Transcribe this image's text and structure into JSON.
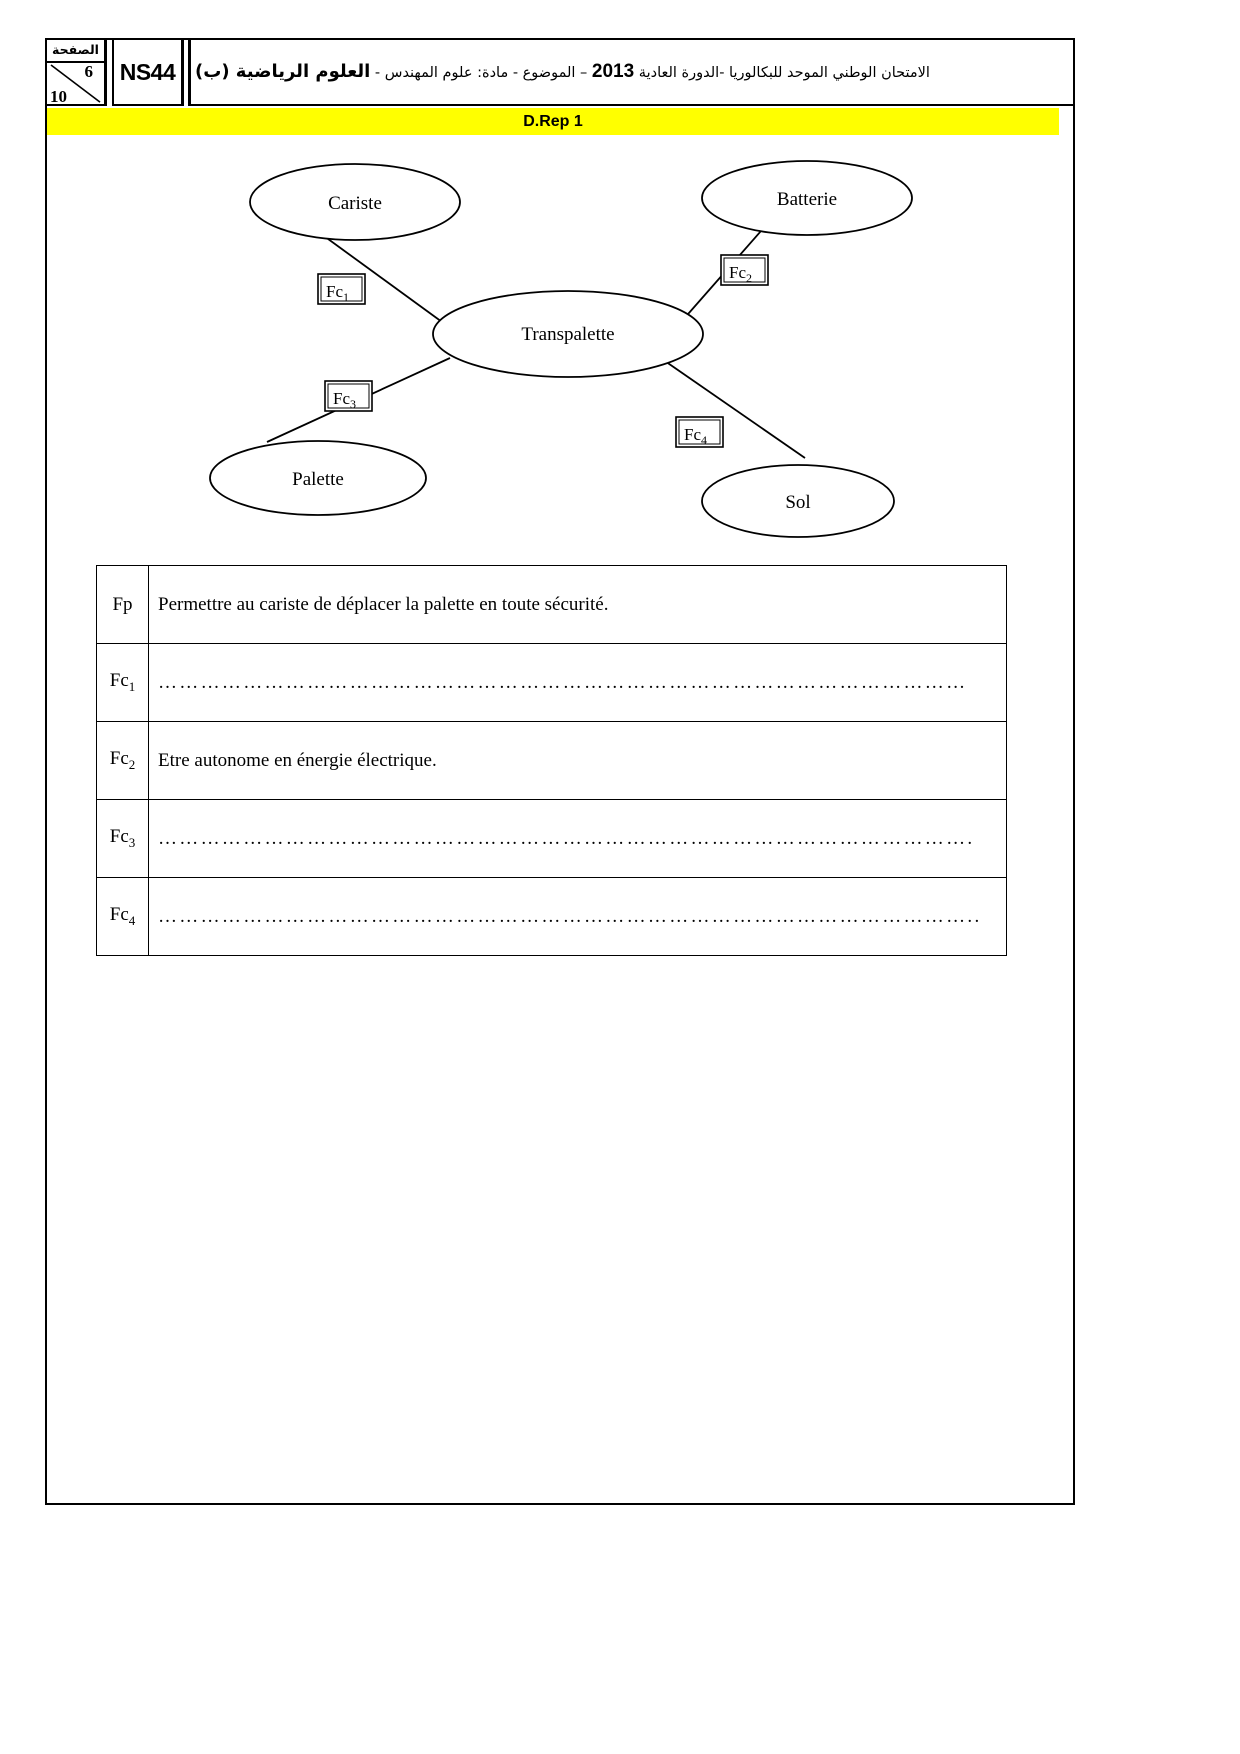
{
  "header": {
    "page_label_ar": "الصفحة",
    "page_number": "6",
    "page_total": "10",
    "code": "NS44",
    "exam_title_ar": "الامتحان الوطني الموحد للبكالوريا -الدورة العادية 2013 – الموضوع - مادة: علوم المهندس - العلوم الرياضية (ب)",
    "exam_title_part1_ar": "الامتحان الوطني الموحد للبكالوريا -الدورة العادية",
    "exam_year": "2013",
    "exam_title_part2_ar": "– الموضوع - مادة: علوم المهندس -",
    "exam_subject_ar": "العلوم الرياضية (ب)"
  },
  "banner": {
    "label": "D.Rep 1"
  },
  "diagram": {
    "type": "pieuvre",
    "center_node": "Transpalette",
    "nodes": [
      {
        "id": "cariste",
        "label": "Cariste"
      },
      {
        "id": "batterie",
        "label": "Batterie"
      },
      {
        "id": "palette",
        "label": "Palette"
      },
      {
        "id": "sol",
        "label": "Sol"
      }
    ],
    "links": [
      {
        "id": "fc1",
        "label": "Fc",
        "index": "1",
        "from": "cariste",
        "to": "transpalette"
      },
      {
        "id": "fc2",
        "label": "Fc",
        "index": "2",
        "from": "batterie",
        "to": "transpalette"
      },
      {
        "id": "fc3",
        "label": "Fc",
        "index": "3",
        "from": "palette",
        "to": "transpalette"
      },
      {
        "id": "fc4",
        "label": "Fc",
        "index": "4",
        "from": "sol",
        "to": "transpalette"
      }
    ]
  },
  "table": {
    "rows": [
      {
        "key": "Fp",
        "key_base": "Fp",
        "key_sub": "",
        "value": "Permettre au cariste de déplacer la palette en toute sécurité.",
        "filled": true
      },
      {
        "key": "Fc1",
        "key_base": "Fc",
        "key_sub": "1",
        "value": "……………………………………………………………………………………………………",
        "filled": false
      },
      {
        "key": "Fc2",
        "key_base": "Fc",
        "key_sub": "2",
        "value": "Etre autonome en énergie électrique.",
        "filled": true
      },
      {
        "key": "Fc3",
        "key_base": "Fc",
        "key_sub": "3",
        "value": "…………………………………………………………………………………………………….",
        "filled": false
      },
      {
        "key": "Fc4",
        "key_base": "Fc",
        "key_sub": "4",
        "value": "……………………………………………………………………………………………………..",
        "filled": false
      }
    ]
  }
}
